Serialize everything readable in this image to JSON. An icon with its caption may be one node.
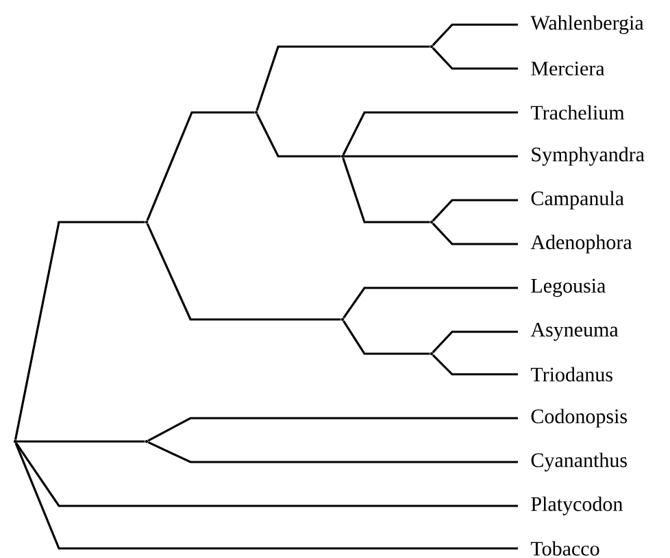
{
  "diagram": {
    "nodes": [
      {
        "text": [
          "Wahlenbergia"
        ]
      },
      {
        "text": [
          "Merciera"
        ]
      },
      {
        "text": [
          "Trachelium"
        ]
      },
      {
        "text": [
          "Symphyandra"
        ]
      },
      {
        "text": [
          "Campanula"
        ]
      },
      {
        "text": [
          "Adenophora"
        ]
      },
      {
        "text": [
          "Legousia"
        ]
      },
      {
        "text": [
          "Asyneuma"
        ]
      },
      {
        "text": [
          "Triodanus"
        ]
      },
      {
        "text": [
          "Codonopsis"
        ]
      },
      {
        "text": [
          "Cyananthus"
        ]
      },
      {
        "text": [
          "Platycodon"
        ]
      },
      {
        "text": [
          "Tobacco"
        ]
      },
      {
        "text": [],
        "shape": "point"
      },
      {
        "text": [],
        "shape": "point"
      },
      {
        "text": [],
        "shape": "point"
      },
      {
        "text": [],
        "shape": "point"
      },
      {
        "text": [],
        "shape": "point"
      },
      {
        "text": [],
        "shape": "point"
      },
      {
        "text": [],
        "shape": "point"
      },
      {
        "text": [],
        "shape": "point"
      },
      {
        "text": [],
        "shape": "point"
      }
    ],
    "edges": [
      {
        "from": 13,
        "to": 14,
        "arrow": "none"
      },
      {
        "from": 13,
        "to": 21,
        "arrow": "none"
      },
      {
        "from": 13,
        "to": 11,
        "arrow": "none"
      },
      {
        "from": 13,
        "to": 12,
        "arrow": "none"
      },
      {
        "from": 14,
        "to": 15,
        "arrow": "none"
      },
      {
        "from": 14,
        "to": 19,
        "arrow": "none"
      },
      {
        "from": 15,
        "to": 16,
        "arrow": "none"
      },
      {
        "from": 15,
        "to": 17,
        "arrow": "none"
      },
      {
        "from": 16,
        "to": 0,
        "arrow": "none"
      },
      {
        "from": 16,
        "to": 1,
        "arrow": "none"
      },
      {
        "from": 17,
        "to": 2,
        "arrow": "none"
      },
      {
        "from": 17,
        "to": 3,
        "arrow": "none"
      },
      {
        "from": 17,
        "to": 18,
        "arrow": "none"
      },
      {
        "from": 18,
        "to": 4,
        "arrow": "none"
      },
      {
        "from": 18,
        "to": 5,
        "arrow": "none"
      },
      {
        "from": 19,
        "to": 6,
        "arrow": "none"
      },
      {
        "from": 19,
        "to": 20,
        "arrow": "none"
      },
      {
        "from": 20,
        "to": 7,
        "arrow": "none"
      },
      {
        "from": 20,
        "to": 8,
        "arrow": "none"
      },
      {
        "from": 21,
        "to": 9,
        "arrow": "none"
      },
      {
        "from": 21,
        "to": 10,
        "arrow": "none"
      }
    ]
  }
}
